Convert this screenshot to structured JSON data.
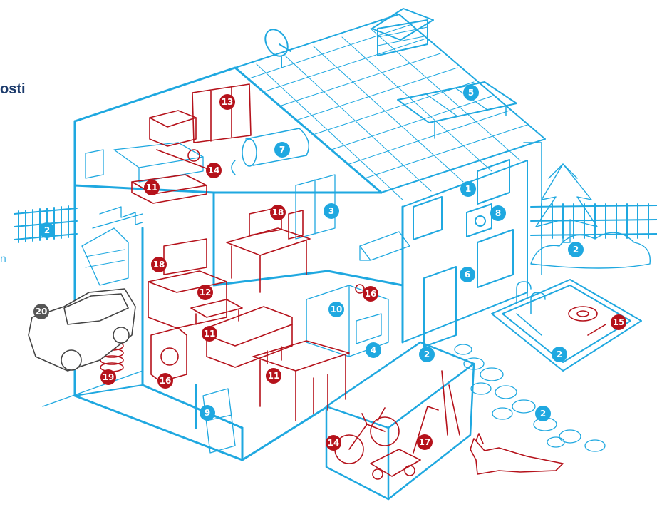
{
  "heading_fragment": "osti",
  "left_stub": "n",
  "colors": {
    "blue": "#1fa8e0",
    "red": "#b5121b",
    "grey": "#555555"
  },
  "markers": [
    {
      "id": "m1",
      "label": "1",
      "color": "blue"
    },
    {
      "id": "m2a",
      "label": "2",
      "color": "blue"
    },
    {
      "id": "m2b",
      "label": "2",
      "color": "blue"
    },
    {
      "id": "m2c",
      "label": "2",
      "color": "blue"
    },
    {
      "id": "m2d",
      "label": "2",
      "color": "blue"
    },
    {
      "id": "m2e",
      "label": "2",
      "color": "blue"
    },
    {
      "id": "m3",
      "label": "3",
      "color": "blue"
    },
    {
      "id": "m4",
      "label": "4",
      "color": "blue"
    },
    {
      "id": "m5",
      "label": "5",
      "color": "blue"
    },
    {
      "id": "m6",
      "label": "6",
      "color": "blue"
    },
    {
      "id": "m7",
      "label": "7",
      "color": "blue"
    },
    {
      "id": "m8",
      "label": "8",
      "color": "blue"
    },
    {
      "id": "m9",
      "label": "9",
      "color": "blue"
    },
    {
      "id": "m10",
      "label": "10",
      "color": "blue"
    },
    {
      "id": "m11a",
      "label": "11",
      "color": "red"
    },
    {
      "id": "m11b",
      "label": "11",
      "color": "red"
    },
    {
      "id": "m11c",
      "label": "11",
      "color": "red"
    },
    {
      "id": "m12",
      "label": "12",
      "color": "red"
    },
    {
      "id": "m13",
      "label": "13",
      "color": "red"
    },
    {
      "id": "m14a",
      "label": "14",
      "color": "red"
    },
    {
      "id": "m14b",
      "label": "14",
      "color": "red"
    },
    {
      "id": "m15",
      "label": "15",
      "color": "red"
    },
    {
      "id": "m16a",
      "label": "16",
      "color": "red"
    },
    {
      "id": "m16b",
      "label": "16",
      "color": "red"
    },
    {
      "id": "m17",
      "label": "17",
      "color": "red"
    },
    {
      "id": "m18a",
      "label": "18",
      "color": "red"
    },
    {
      "id": "m18b",
      "label": "18",
      "color": "red"
    },
    {
      "id": "m19",
      "label": "19",
      "color": "red"
    },
    {
      "id": "m20",
      "label": "20",
      "color": "grey"
    }
  ]
}
